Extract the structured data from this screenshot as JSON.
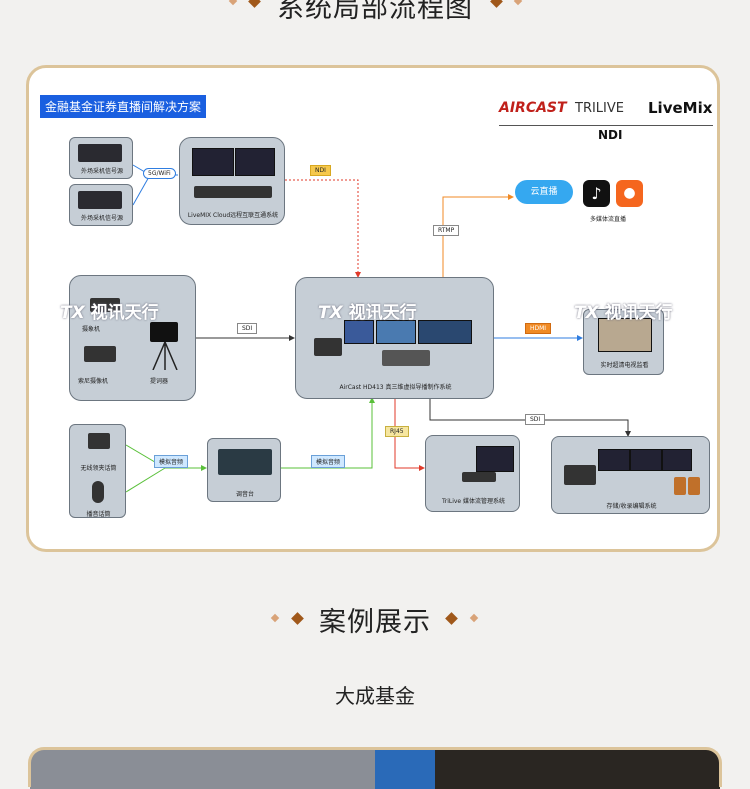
{
  "header": {
    "title": "系统局部流程图"
  },
  "diagram": {
    "banner": "金融基金证券直播间解决方案",
    "logos": {
      "aircast": "AIRCAST",
      "trilive": "TRILIVE",
      "livemix": "LiveMix",
      "ndi": "NDI"
    },
    "watermark": "视讯天行",
    "nodes": {
      "outdoor_1": "外场采机信号源",
      "outdoor_2": "外场采机信号源",
      "cloud_system": "LiveMIX Cloud远程互联互通系统",
      "camera": "摄象机",
      "camcorder": "索尼摄像机",
      "teleprompter": "提词器",
      "core": "AirCast HD413 真三维虚拟导播制作系统",
      "monitor": "实时超清电视监看",
      "cloud_live": "云直播",
      "multi_platform": "多媒体流直播",
      "wireless_mic": "无线领夹话筒",
      "desk_mic": "播音话筒",
      "mixer": "调音台",
      "trilive_mgmt": "TriLive 媒体流管理系统",
      "recording": "存储/收录编辑系统"
    },
    "links": {
      "wifi": "5G/WiFi",
      "ndi": "NDI",
      "rtmp": "RTMP",
      "sdi_in": "SDI",
      "hdmi": "HDMI",
      "sdi_out": "SDI",
      "rj45": "RJ45",
      "analog_1": "模拟音频",
      "analog_2": "模拟音频"
    }
  },
  "cases": {
    "title": "案例展示",
    "first_case": "大成基金"
  },
  "colors": {
    "accent": "#a0581a",
    "panel_border": "#dcc49a",
    "box": "#c6ced6",
    "banner": "#1a5fe0"
  }
}
